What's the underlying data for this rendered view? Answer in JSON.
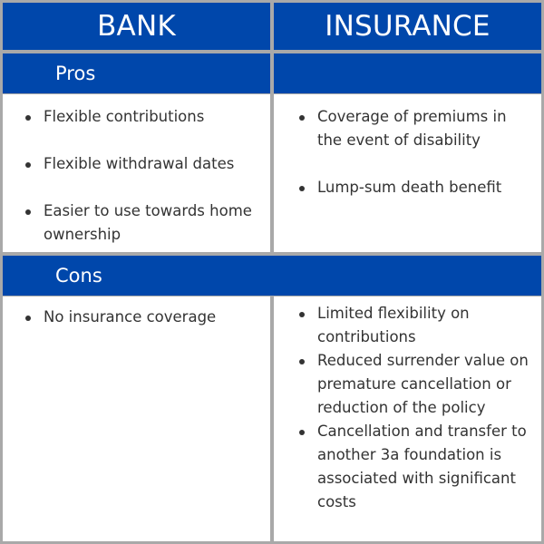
{
  "header": {
    "bank": "BANK",
    "insurance": "INSURANCE"
  },
  "pros": {
    "label": "Pros",
    "bank": [
      "Flexible contributions",
      "Flexible withdrawal dates",
      "Easier to use towards home ownership"
    ],
    "insurance": [
      "Coverage of premiums in the event of disability",
      "Lump-sum death benefit"
    ]
  },
  "cons": {
    "label": "Cons",
    "bank": [
      "No insurance coverage"
    ],
    "insurance": [
      "Limited flexibility on contributions",
      "Reduced surrender value on premature cancellation or reduction of the policy",
      "Cancellation and transfer to another 3a foundation is associated with significant costs"
    ]
  },
  "colors": {
    "header_blue": "#0047ab",
    "grid_gray": "#a9a9a9",
    "text_dark": "#333333"
  }
}
